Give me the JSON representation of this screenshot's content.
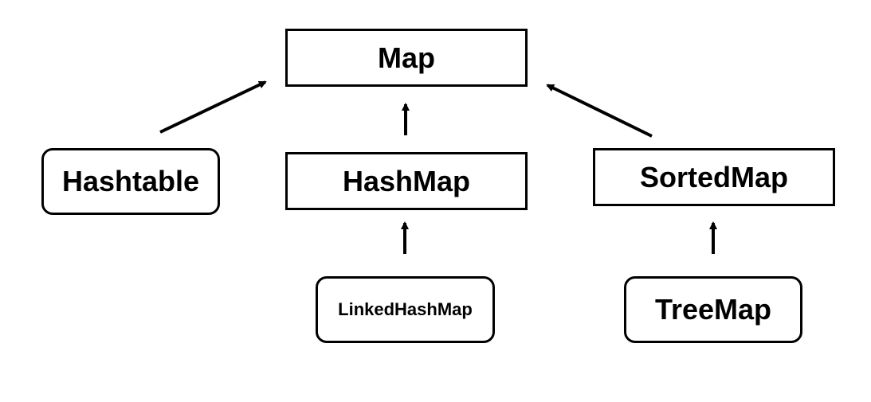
{
  "nodes": {
    "map": "Map",
    "hashtable": "Hashtable",
    "hashmap": "HashMap",
    "sortedmap": "SortedMap",
    "linkedhashmap": "LinkedHashMap",
    "treemap": "TreeMap"
  },
  "edges": [
    {
      "from": "hashtable",
      "to": "map"
    },
    {
      "from": "hashmap",
      "to": "map"
    },
    {
      "from": "sortedmap",
      "to": "map"
    },
    {
      "from": "linkedhashmap",
      "to": "hashmap"
    },
    {
      "from": "treemap",
      "to": "sortedmap"
    }
  ]
}
